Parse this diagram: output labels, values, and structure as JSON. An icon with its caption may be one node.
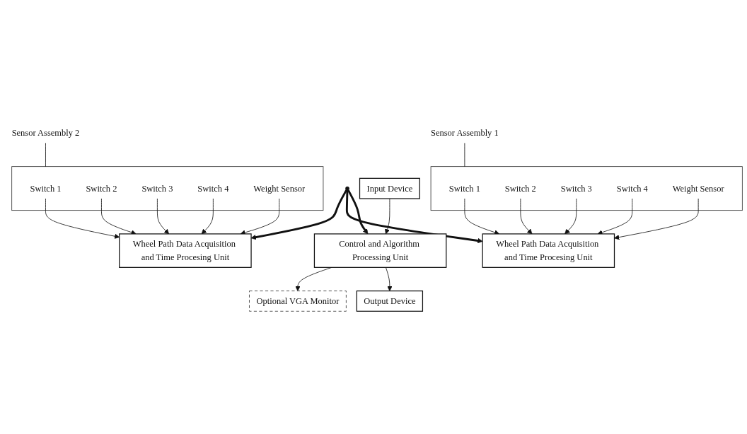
{
  "diagram": {
    "nodes": [
      {
        "text": [],
        "shape": "bracket"
      },
      {
        "text": [
          "Switch 1"
        ],
        "in": 0
      },
      {
        "text": [
          "Switch 2"
        ],
        "in": 0
      },
      {
        "text": [
          "Switch 3"
        ],
        "in": 0
      },
      {
        "text": [
          "Switch 4"
        ],
        "in": 0
      },
      {
        "text": [
          "Weight Sensor"
        ],
        "in": 0
      },
      {
        "text": [
          "Wheel Path Data Acquisition and Time Procesing Unit"
        ]
      },
      {
        "text": [
          "Wheel Path Data Acquisition and Time Procesing Unit"
        ]
      },
      {
        "text": [],
        "shape": "bracket"
      },
      {
        "text": [
          "Switch 1"
        ],
        "in": 8
      },
      {
        "text": [
          "Switch 2"
        ],
        "in": 8
      },
      {
        "text": [
          "Switch 3"
        ],
        "in": 8
      },
      {
        "text": [
          "Switch 4"
        ],
        "in": 8
      },
      {
        "text": [
          "Weight Sensor"
        ],
        "in": 8
      },
      {
        "text": [
          "Sensor Assembly 2"
        ]
      },
      {
        "text": [
          "Sensor Assembly 1"
        ]
      },
      {
        "text": [],
        "shape": "circle"
      },
      {
        "text": [
          "Optional VGA Monitor"
        ]
      },
      {
        "text": [
          "Control and Algorithm Processing Unit"
        ]
      },
      {
        "text": [
          "Input Device"
        ]
      },
      {
        "text": [
          "Output Device"
        ]
      }
    ],
    "edges": [
      {
        "from": 1,
        "to": 6,
        "arrow": "to"
      },
      {
        "from": 2,
        "to": 6,
        "arrow": "to"
      },
      {
        "from": 3,
        "to": 6,
        "arrow": "to"
      },
      {
        "from": 4,
        "to": 6,
        "arrow": "to"
      },
      {
        "from": 5,
        "to": 6,
        "arrow": "to"
      },
      {
        "from": 9,
        "to": 7,
        "arrow": "to"
      },
      {
        "from": 10,
        "to": 7,
        "arrow": "to"
      },
      {
        "from": 11,
        "to": 7,
        "arrow": "to"
      },
      {
        "from": 12,
        "to": 7,
        "arrow": "to"
      },
      {
        "from": 13,
        "to": 7,
        "arrow": "to"
      },
      {
        "from": 14,
        "to": 0,
        "arrow": "none"
      },
      {
        "from": 15,
        "to": 8,
        "arrow": "none"
      },
      {
        "from": 16,
        "to": 6,
        "arrow": "to",
        "style": "thick"
      },
      {
        "from": 16,
        "to": 7,
        "arrow": "to",
        "style": "thick"
      },
      {
        "from": 16,
        "to": 18,
        "arrow": "to",
        "style": "thick"
      },
      {
        "from": 18,
        "to": 17,
        "arrow": "to"
      },
      {
        "from": 18,
        "to": 20,
        "arrow": "to"
      },
      {
        "from": 19,
        "to": 18,
        "arrow": "to"
      }
    ]
  }
}
